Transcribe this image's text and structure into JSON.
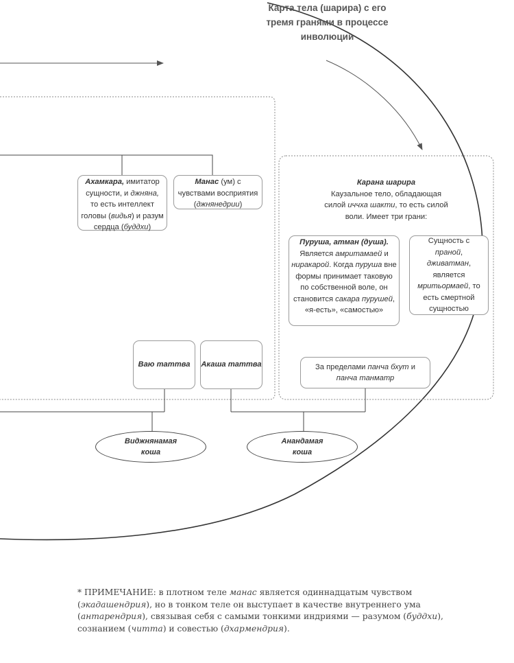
{
  "title": {
    "line1": "Карта тела (шарира) с его",
    "line2": "тремя гранями в процессе",
    "line3": "инволюции"
  },
  "ahamkara": {
    "name": "Ахамкара,",
    "t1": " имитатор сущности, и ",
    "t2": "джняна,",
    "t3": " то есть интеллект головы (",
    "t4": "видья",
    "t5": ") и разум сердца (",
    "t6": "буддхи",
    "t7": ")"
  },
  "manas": {
    "name": "Манас",
    "t1": "  (ум) с чувствами восприятия (",
    "t2": "джнянедрии",
    "t3": ")"
  },
  "karana": {
    "name": "Карана шарира",
    "t1": "Каузальное тело, обладающая силой ",
    "t2": "иччха шакти",
    "t3": ", то есть силой воли. Имеет три грани:"
  },
  "purusha": {
    "name": "Пуруша, атман (душа).",
    "t1": " Является ",
    "t2": "амритамаей",
    "t3": " и ",
    "t4": "ниракарой",
    "t5": ". Когда ",
    "t6": "пуруша",
    "t7": " вне формы принимает таковую по собственной воле, он становится ",
    "t8": "сакара пурушей",
    "t9": ", «я-есть», «самостью»"
  },
  "essence": {
    "t1": "Сущность с ",
    "t2": "праной",
    "t3": ", ",
    "t4": "дживатман",
    "t5": ", является ",
    "t6": "мритьормаей",
    "t7": ", то есть смертной сущностью"
  },
  "vayu": {
    "label": "Ваю таттва"
  },
  "akasha": {
    "label": "Акаша таттва"
  },
  "beyond": {
    "t1": "За пределами ",
    "t2": "панча бхут",
    "t3": " и ",
    "t4": "панча танматр"
  },
  "vijnanamaya": {
    "label": "Виджнянамая коша"
  },
  "anandamaya": {
    "label": "Анандамая коша"
  },
  "note": {
    "t1": "* ПРИМЕЧАНИЕ: в плотном теле ",
    "t2": "манас",
    "t3": " является одиннадцатым чувством (",
    "t4": "экадашендрия",
    "t5": "), но в тонком теле он выступает в качестве внутреннего ума (",
    "t6": "антарендрия",
    "t7": "), связывая себя с самыми тонкими индриями — разумом (",
    "t8": "буддхи",
    "t9": "), сознанием (",
    "t10": "читта",
    "t11": ") и совестью (",
    "t12": "дхармендрия",
    "t13": ")."
  }
}
